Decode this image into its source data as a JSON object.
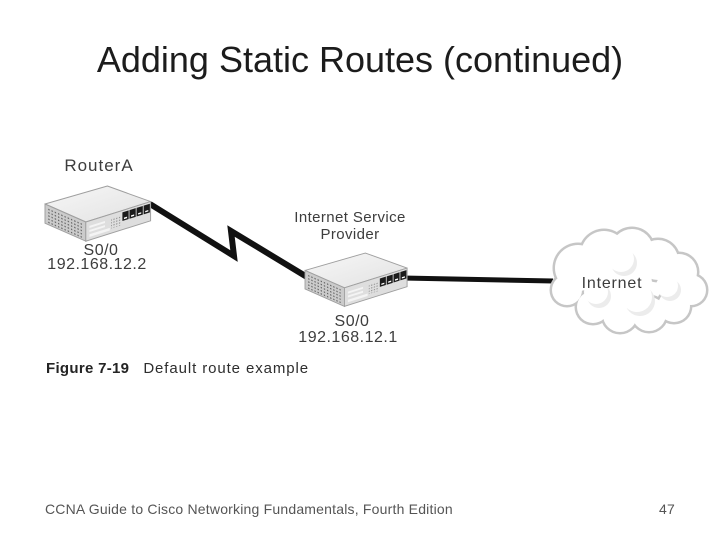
{
  "slide": {
    "title": "Adding Static Routes (continued)",
    "caption": {
      "label": "Figure 7-19",
      "text": "Default route example"
    },
    "footer": {
      "text": "CCNA Guide to Cisco Networking Fundamentals, Fourth Edition",
      "page": "47"
    }
  },
  "diagram": {
    "router_a": {
      "label": "RouterA",
      "interface_label": "S0/0",
      "ip_address": "192.168.12.2"
    },
    "isp": {
      "label_line1": "Internet Service",
      "label_line2": "Provider",
      "interface_label": "S0/0",
      "ip_address": "192.168.12.1"
    },
    "cloud": {
      "label": "Internet"
    },
    "links": [
      {
        "type": "serial-lightning-bolt",
        "from": "RouterA S0/0",
        "to": "Internet Service Provider S0/0"
      },
      {
        "type": "straight-line",
        "from": "Internet Service Provider",
        "to": "Internet cloud"
      }
    ],
    "colors": {
      "link_line": "#111111",
      "device_top": "#ededed",
      "device_front": "#dedede",
      "device_side": "#cbcbcb",
      "device_outline": "#9f9f9f",
      "port": "#1b1b1b",
      "cloud_outline": "#c6c6c6",
      "label_text": "#3d3d3d"
    }
  }
}
